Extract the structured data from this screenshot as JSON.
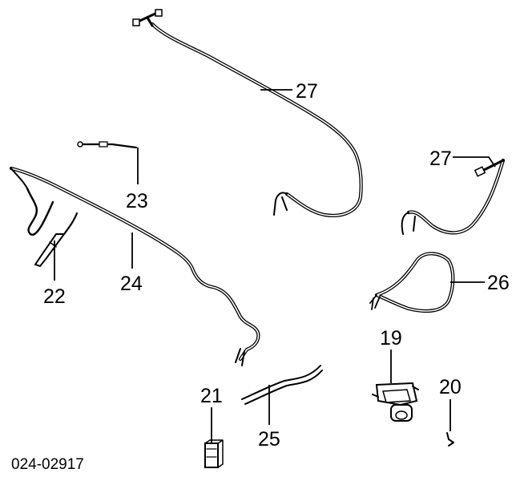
{
  "diagram": {
    "reference_code": "024-02917",
    "callouts": [
      {
        "id": "c27a",
        "label": "27"
      },
      {
        "id": "c27b",
        "label": "27"
      },
      {
        "id": "c23",
        "label": "23"
      },
      {
        "id": "c22",
        "label": "22"
      },
      {
        "id": "c24",
        "label": "24"
      },
      {
        "id": "c26",
        "label": "26"
      },
      {
        "id": "c19",
        "label": "19"
      },
      {
        "id": "c21",
        "label": "21"
      },
      {
        "id": "c25",
        "label": "25"
      },
      {
        "id": "c20",
        "label": "20"
      }
    ]
  }
}
